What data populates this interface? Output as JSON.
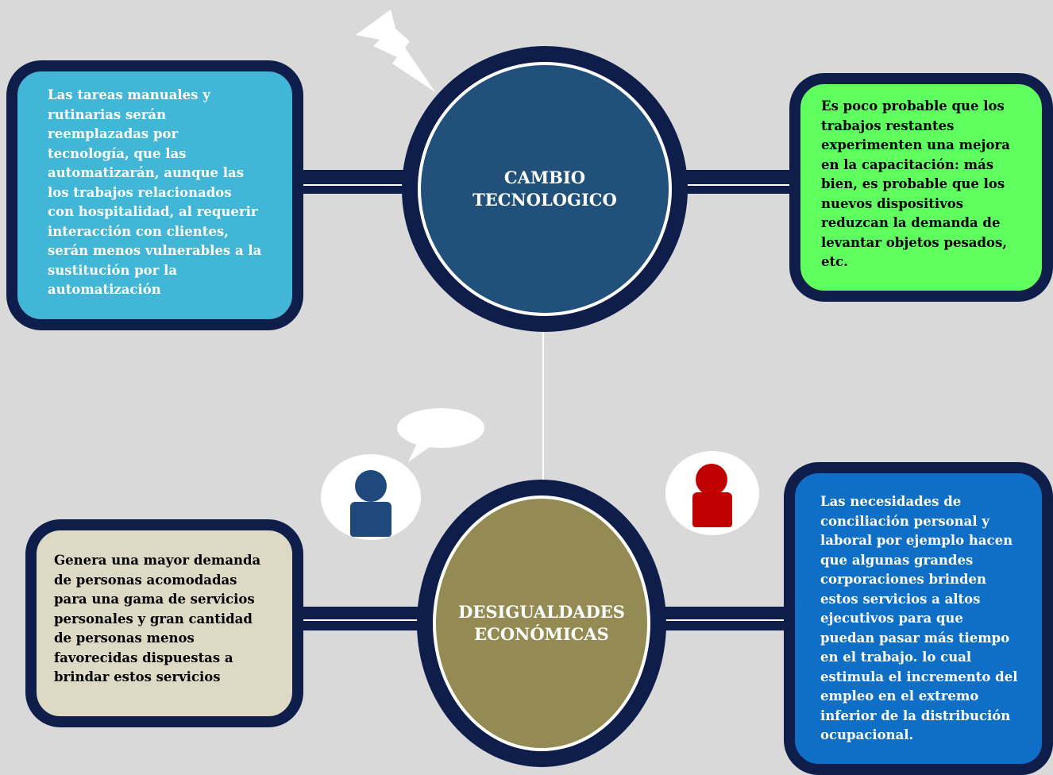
{
  "colors": {
    "background": "#d9d9d9",
    "border_navy": "#0e1d4a",
    "cyan_box": "#41b6d6",
    "green_box": "#5fff5f",
    "beige_box": "#ddd9c4",
    "blue_box": "#0f6fc6",
    "circle_top": "#21507a",
    "circle_bottom": "#948b54",
    "user_blue": "#1f497d",
    "user_red": "#c00000"
  },
  "top_circle": {
    "label": "CAMBIO\nTECNOLOGICO"
  },
  "bottom_circle": {
    "label": "DESIGUALDADES\nECONÓMICAS"
  },
  "box_top_left": {
    "text": "Las  tareas manuales y\nrutinarias  serán\nreemplazadas  por\ntecnología, que las\nautomatizarán, aunque  las\nlos trabajos relacionados\n con hospitalidad, al requerir\ninteracción  con clientes,\nserán menos vulnerables a la\nsustitución por la\nautomatización"
  },
  "box_top_right": {
    "text": "Es poco probable que los\ntrabajos restantes\nexperimenten una mejora\nen la capacitación: más\nbien, es probable que los\nnuevos dispositivos\nreduzcan la demanda de\nlevantar objetos pesados,\netc."
  },
  "box_bottom_left": {
    "text": "Genera una mayor demanda\nde personas acomodadas\npara una gama de servicios\npersonales  y  gran cantidad\nde personas menos\nfavorecidas dispuestas a\nbrindar estos servicios"
  },
  "box_bottom_right": {
    "text": " Las necesidades de\nconciliación personal y\nlaboral  por ejemplo hacen\nque  algunas grandes\ncorporaciones brinden\nestos servicios  a altos\nejecutivos para que\npuedan pasar más tiempo\nen el trabajo. lo cual\nestimula el incremento del\nempleo en el extremo\ninferior de la distribución\nocupacional."
  },
  "icons": {
    "lightning": "lightning-icon",
    "speech": "speech-bubble-icon",
    "user_left": "user-icon",
    "user_right": "user-icon"
  }
}
